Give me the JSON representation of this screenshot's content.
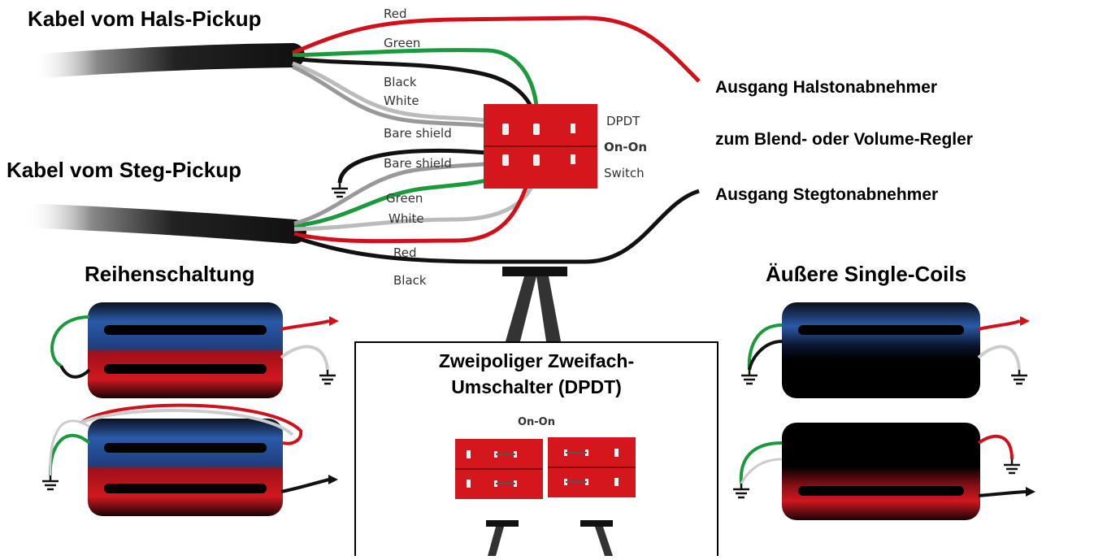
{
  "headings": {
    "neck_cable": "Kabel vom Hals-Pickup",
    "bridge_cable": "Kabel vom Steg-Pickup",
    "series": "Reihenschaltung",
    "outer_single_coils": "Äußere Single-Coils"
  },
  "outputs": {
    "neck_out": "Ausgang Halstonabnehmer",
    "blend": "zum Blend- oder Volume-Regler",
    "bridge_out": "Ausgang Stegtonabnehmer"
  },
  "wire_labels": {
    "neck": [
      "Red",
      "Green",
      "Black",
      "White",
      "Bare shield"
    ],
    "bridge": [
      "Bare shield",
      "Green",
      "White",
      "Red",
      "Black"
    ]
  },
  "switch_labels": [
    "DPDT",
    "On-On",
    "Switch"
  ],
  "switch_box": {
    "title_line1": "Zweipoliger Zweifach-",
    "title_line2": "Umschalter (DPDT)",
    "subtitle": "On-On"
  },
  "colors": {
    "red": "#d0101a",
    "green": "#1a9a3c",
    "blue": "#1f3f8a",
    "switch_red": "#d4161d",
    "black": "#111111"
  }
}
